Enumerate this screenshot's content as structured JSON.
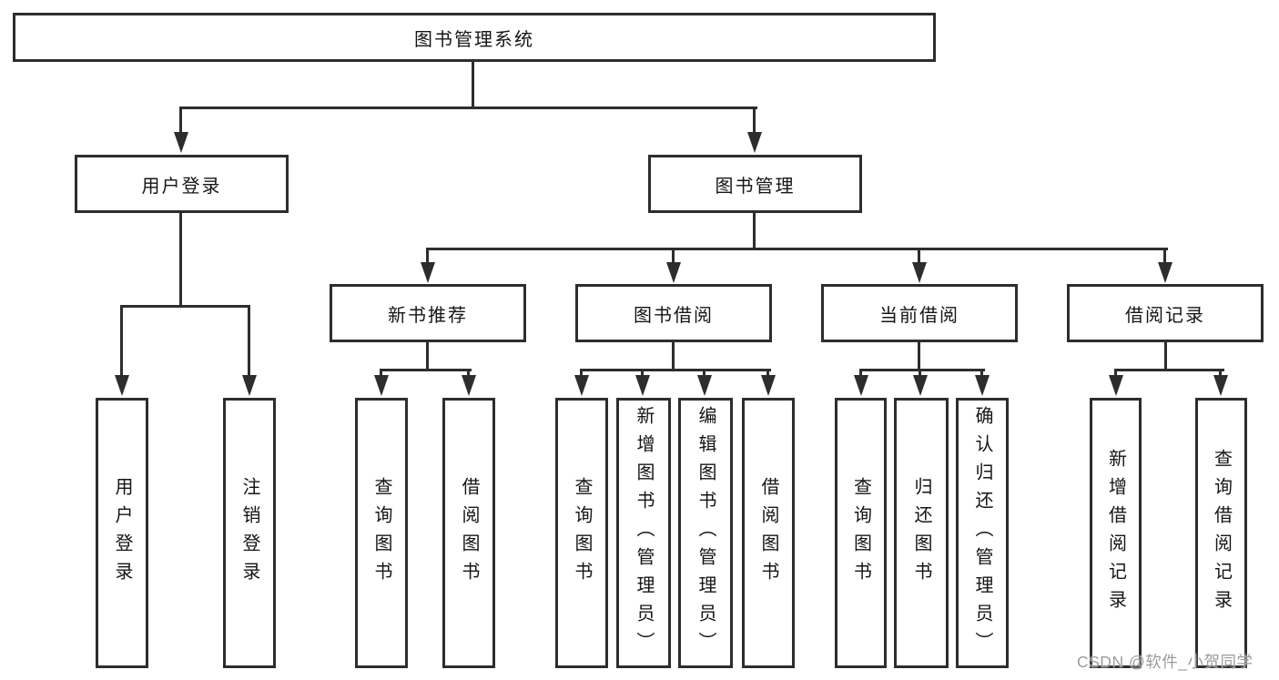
{
  "diagram": {
    "type": "tree",
    "title": "图书管理系统",
    "nodes": {
      "root": "图书管理系统",
      "user_login": "用户登录",
      "book_mgmt": "图书管理",
      "new_books": "新书推荐",
      "book_borrow": "图书借阅",
      "current_borrow": "当前借阅",
      "borrow_records": "借阅记录",
      "leaf_user_login": "用户登录",
      "leaf_logout": "注销登录",
      "leaf_nb_search": "查询图书",
      "leaf_nb_borrow": "借阅图书",
      "leaf_bb_search": "查询图书",
      "leaf_bb_add": "新增图书（管理员）",
      "leaf_bb_edit": "编辑图书（管理员）",
      "leaf_bb_borrow": "借阅图书",
      "leaf_cb_search": "查询图书",
      "leaf_cb_return": "归还图书",
      "leaf_cb_confirm": "确认归还（管理员）",
      "leaf_br_add": "新增借阅记录",
      "leaf_br_search": "查询借阅记录"
    },
    "hierarchy": {
      "图书管理系统": {
        "用户登录": [
          "用户登录",
          "注销登录"
        ],
        "图书管理": {
          "新书推荐": [
            "查询图书",
            "借阅图书"
          ],
          "图书借阅": [
            "查询图书",
            "新增图书（管理员）",
            "编辑图书（管理员）",
            "借阅图书"
          ],
          "当前借阅": [
            "查询图书",
            "归还图书",
            "确认归还（管理员）"
          ],
          "借阅记录": [
            "新增借阅记录",
            "查询借阅记录"
          ]
        }
      }
    },
    "colors": {
      "line": "#2d2d2d",
      "text": "#151515",
      "background": "#ffffff",
      "watermark": "#9c9c9c"
    }
  },
  "watermark": "CSDN @软件_小贺同学"
}
